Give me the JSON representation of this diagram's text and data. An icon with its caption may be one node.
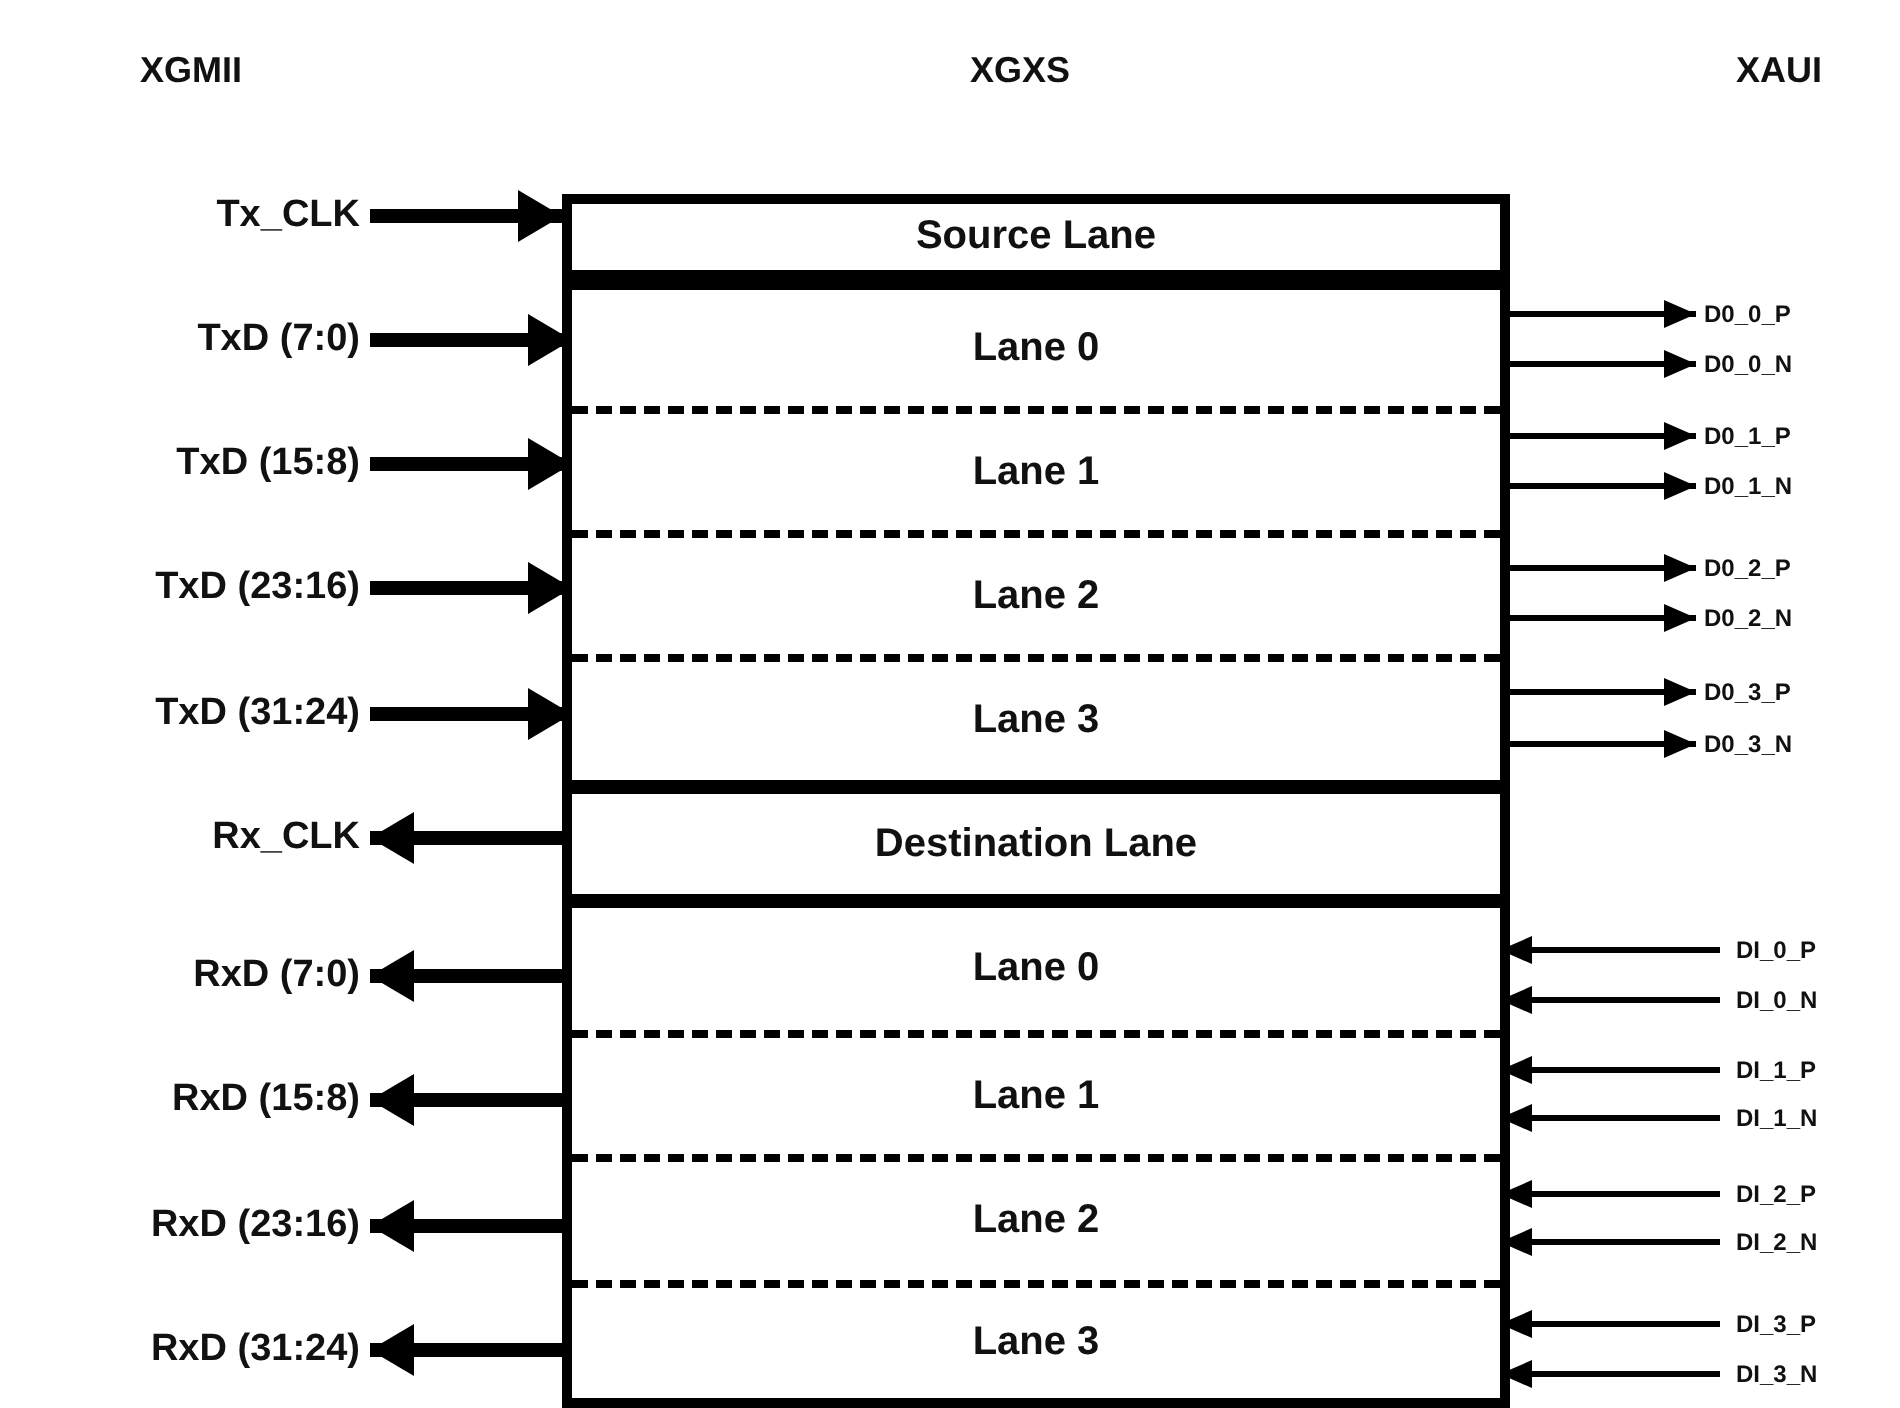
{
  "diagram": {
    "nodes": [
      {
        "text": [
          "Source Lane"
        ]
      },
      {
        "text": [],
        "shape": "box"
      },
      {
        "text": [
          "Lane 0"
        ],
        "in": 1
      },
      {
        "text": [
          "Lane 1"
        ],
        "in": 1
      },
      {
        "text": [
          "Lane 2"
        ],
        "in": 1
      },
      {
        "text": [
          "Lane 3"
        ],
        "in": 1
      },
      {
        "text": [
          "Destination Lane"
        ]
      },
      {
        "text": [],
        "shape": "box"
      },
      {
        "text": [
          "Lane 0"
        ],
        "in": 7
      },
      {
        "text": [
          "Lane 1"
        ],
        "in": 7
      },
      {
        "text": [
          "Lane 2"
        ],
        "in": 7
      },
      {
        "text": [
          "Lane 3"
        ],
        "in": 7
      },
      {
        "text": [
          "Tx_CLK"
        ]
      },
      {
        "text": [
          "TxD (7:0)"
        ]
      },
      {
        "text": [
          "TxD (15:8)"
        ]
      },
      {
        "text": [
          "TxD (23:16)"
        ]
      },
      {
        "text": [
          "TxD (31:24)"
        ]
      },
      {
        "text": [
          "Rx_CLK"
        ]
      },
      {
        "text": [
          "RxD (7:0)"
        ]
      },
      {
        "text": [
          "RxD (15:8)"
        ]
      },
      {
        "text": [
          "RxD (23:16)"
        ]
      },
      {
        "text": [
          "RxD (31:24)"
        ]
      },
      {
        "text": [
          "D0_0_P"
        ]
      },
      {
        "text": [
          "D0_0_N"
        ]
      },
      {
        "text": [
          "D0_1_P"
        ]
      },
      {
        "text": [
          "D0_1_N"
        ]
      },
      {
        "text": [
          "D0_2_P"
        ]
      },
      {
        "text": [
          "D0_2_N"
        ]
      },
      {
        "text": [
          "D0_3_P"
        ]
      },
      {
        "text": [
          "D0_3_N"
        ]
      },
      {
        "text": [
          "DI_0_P"
        ]
      },
      {
        "text": [
          "DI_0_N"
        ]
      },
      {
        "text": [
          "DI_1_P"
        ]
      },
      {
        "text": [
          "DI_1_N"
        ]
      },
      {
        "text": [
          "DI_2_P"
        ]
      },
      {
        "text": [
          "DI_2_N"
        ]
      },
      {
        "text": [
          "DI_3_P"
        ]
      },
      {
        "text": [
          "DI_3_N"
        ]
      }
    ],
    "edges": [
      {
        "from": 12,
        "to": 0,
        "arrow": "to",
        "style": "thick"
      },
      {
        "from": 13,
        "to": 2,
        "arrow": "to",
        "style": "thick"
      },
      {
        "from": 14,
        "to": 3,
        "arrow": "to",
        "style": "thick"
      },
      {
        "from": 15,
        "to": 4,
        "arrow": "to",
        "style": "thick"
      },
      {
        "from": 16,
        "to": 5,
        "arrow": "to",
        "style": "thick"
      },
      {
        "from": 6,
        "to": 17,
        "arrow": "to",
        "style": "thick"
      },
      {
        "from": 8,
        "to": 18,
        "arrow": "to",
        "style": "thick"
      },
      {
        "from": 9,
        "to": 19,
        "arrow": "to",
        "style": "thick"
      },
      {
        "from": 10,
        "to": 20,
        "arrow": "to",
        "style": "thick"
      },
      {
        "from": 11,
        "to": 21,
        "arrow": "to",
        "style": "thick"
      },
      {
        "from": 2,
        "to": 22,
        "arrow": "to"
      },
      {
        "from": 2,
        "to": 23,
        "arrow": "to"
      },
      {
        "from": 3,
        "to": 24,
        "arrow": "to"
      },
      {
        "from": 3,
        "to": 25,
        "arrow": "to"
      },
      {
        "from": 4,
        "to": 26,
        "arrow": "to"
      },
      {
        "from": 4,
        "to": 27,
        "arrow": "to"
      },
      {
        "from": 5,
        "to": 28,
        "arrow": "to"
      },
      {
        "from": 5,
        "to": 29,
        "arrow": "to"
      },
      {
        "from": 30,
        "to": 8,
        "arrow": "to"
      },
      {
        "from": 31,
        "to": 8,
        "arrow": "to"
      },
      {
        "from": 32,
        "to": 9,
        "arrow": "to"
      },
      {
        "from": 33,
        "to": 9,
        "arrow": "to"
      },
      {
        "from": 34,
        "to": 10,
        "arrow": "to"
      },
      {
        "from": 35,
        "to": 10,
        "arrow": "to"
      },
      {
        "from": 36,
        "to": 11,
        "arrow": "to"
      },
      {
        "from": 37,
        "to": 11,
        "arrow": "to"
      }
    ],
    "labels": [
      "XGMII",
      "XGXS",
      "XAUI"
    ]
  }
}
